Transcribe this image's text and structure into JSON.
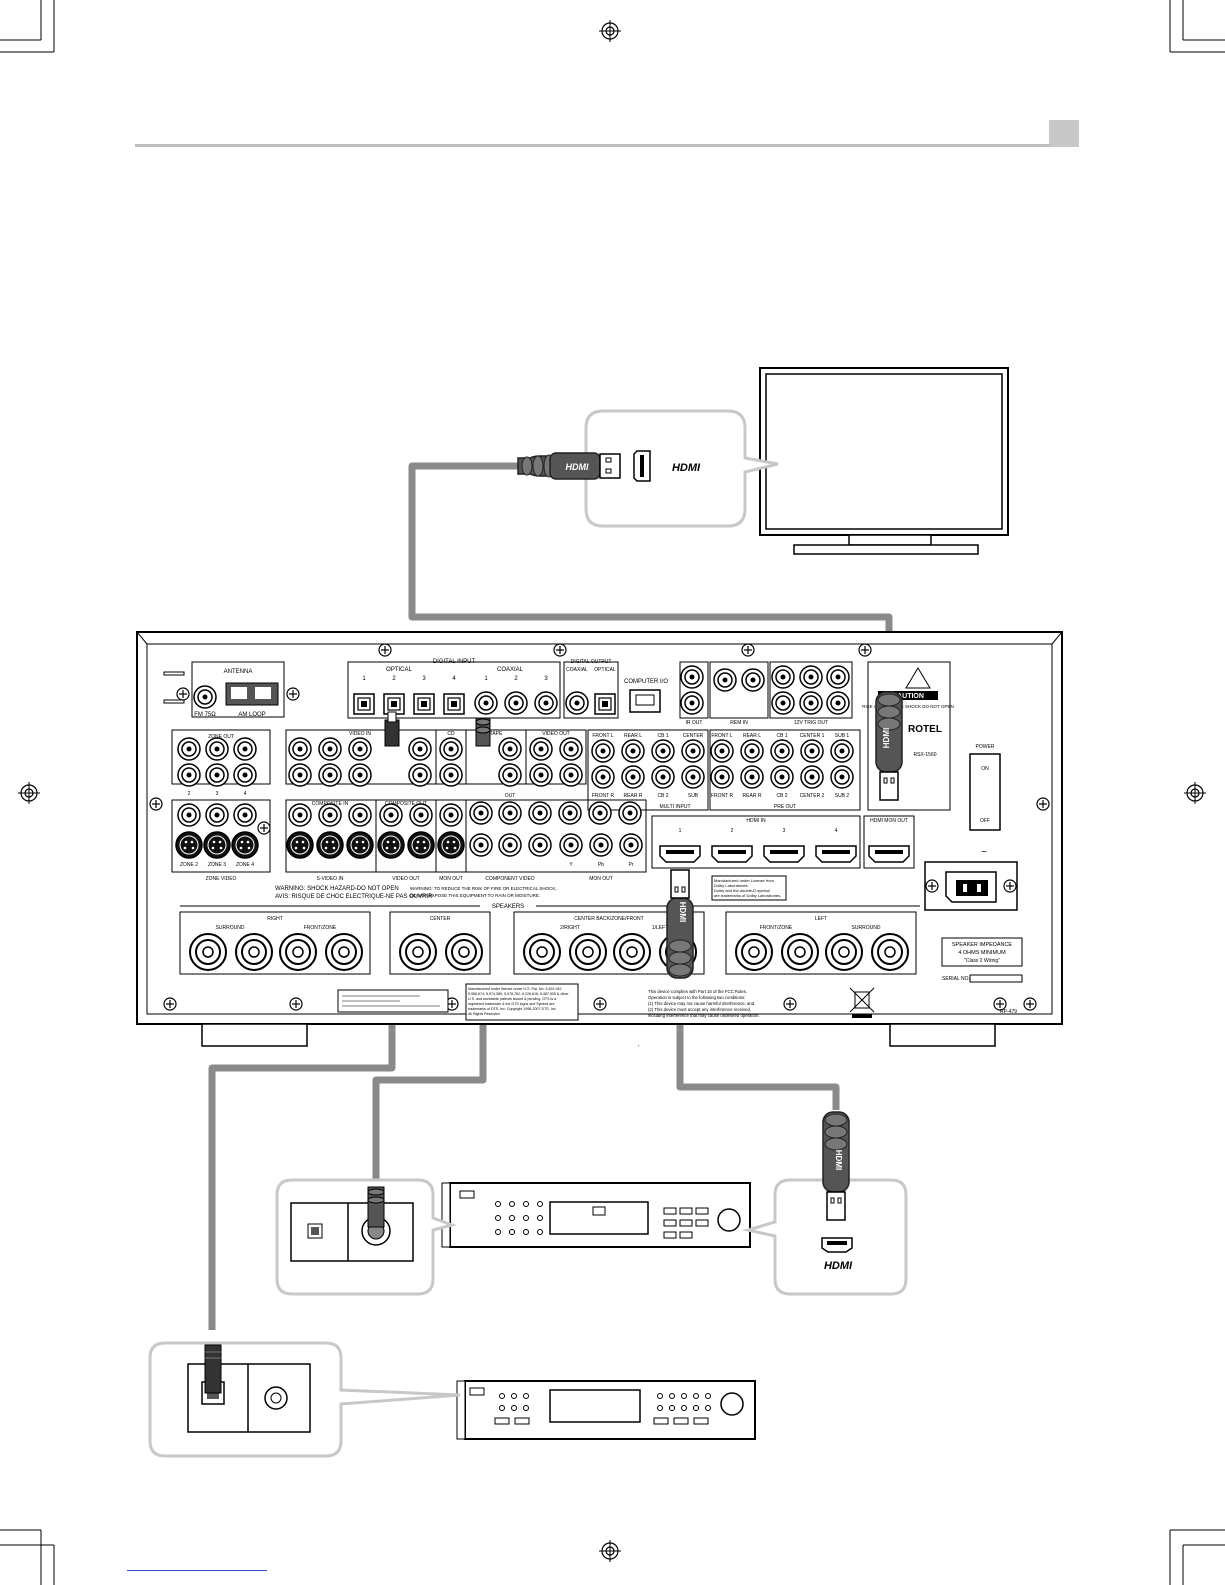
{
  "hdmi_logo": "HDMI",
  "receiver": {
    "antenna": {
      "title": "ANTENNA",
      "fm": "FM 75Ω",
      "am": "AM LOOP"
    },
    "digital_input": {
      "title": "DIGITAL INPUT",
      "optical": "OPTICAL",
      "coaxial": "COAXIAL",
      "optical_numbers": [
        "1",
        "2",
        "3",
        "4"
      ],
      "coaxial_numbers": [
        "1",
        "2",
        "3"
      ]
    },
    "digital_output": {
      "title": "DIGITAL OUTPUT",
      "coaxial": "COAXIAL",
      "optical": "OPTICAL"
    },
    "computer_io": "COMPUTER I/O",
    "ir_out": "IR OUT",
    "rem_in": "REM IN",
    "trig_out": "12V TRIG OUT",
    "zone_out": {
      "title": "ZONE OUT",
      "numbers": [
        "2",
        "3",
        "4"
      ]
    },
    "video_in": "VIDEO IN",
    "cd": "CD",
    "tape": "TAPE",
    "tape_out": "OUT",
    "video_out": "VIDEO OUT",
    "multi_input": {
      "title": "MULTI INPUT",
      "top": [
        "FRONT L",
        "REAR L",
        "CB 1",
        "CENTER"
      ],
      "bottom": [
        "FRONT R",
        "REAR R",
        "CB 2",
        "SUB"
      ]
    },
    "pre_out": {
      "title": "PRE OUT",
      "top": [
        "FRONT L",
        "REAR L",
        "CB 1",
        "CENTER 1",
        "SUB 1"
      ],
      "bottom": [
        "FRONT R",
        "REAR R",
        "CB 2",
        "CENTER 2",
        "SUB 2"
      ]
    },
    "composite_in": "COMPOSITE IN",
    "composite_out": "COMPOSITE OUT",
    "s_video_in": "S-VIDEO IN",
    "video_out_label": "VIDEO OUT",
    "mon_out": "MON OUT",
    "component_video": "COMPONENT VIDEO",
    "component_labels": [
      "Y",
      "Pb",
      "Pr"
    ],
    "zone_video": {
      "title": "ZONE VIDEO",
      "labels": [
        "ZONE 2",
        "ZONE 3",
        "ZONE 4"
      ]
    },
    "hdmi_in": {
      "title": "HDMI IN",
      "numbers": [
        "1",
        "2",
        "3",
        "4"
      ]
    },
    "hdmi_mon_out": "HDMI MON OUT",
    "caution": "CAUTION",
    "caution_text": "RISK OF ELECTRIC SHOCK DO NOT OPEN",
    "brand": "ROTEL",
    "model": "RSX-1560",
    "power": {
      "title": "POWER",
      "on": "ON",
      "off": "OFF"
    },
    "warning": [
      "WARNING: SHOCK HAZARD-DO NOT OPEN",
      "AVIS: RISQUE DE CHOC ELECTRIQUE-NE PAS OUVRIR"
    ],
    "warning2": [
      "WARNING: TO REDUCE THE RISK OF FIRE OR ELECTRICAL SHOCK,",
      "DO NOT EXPOSE THIS EQUIPMENT TO RAIN OR MOISTURE."
    ],
    "dolby_note": [
      "Manufactured under License from",
      "Dolby Laboratories.",
      "Dolby and the double-D symbol",
      "are trademarks of Dolby Laboratories."
    ],
    "speakers": {
      "title": "SPEAKERS",
      "right": "RIGHT",
      "center": "CENTER",
      "center_back": "CENTER BACK/ZONE/FRONT",
      "left": "LEFT",
      "surround": "SURROUND",
      "front_zone": "FRONT/ZONE",
      "two_right": "2/RIGHT",
      "one_left": "1/LEFT"
    },
    "speaker_impedance": [
      "SPEAKER IMPEDANCE",
      "4 OHMS MINIMUM",
      "\"Class 2 Wiring\""
    ],
    "serial_no": "SERIAL NO.",
    "fcc_note": [
      "This device complies with Part 15 of the FCC Rules.",
      "Operation is subject to the following two conditions:",
      "(1) This device may not cause harmful interference, and",
      "(2) This device must accept any interference received,",
      "including interference that may cause undesired operation."
    ],
    "dts_note": [
      "Manufactured under license under U.S. Pat. No. 5,451,942",
      "5,956,674; 5,974,380; 5,978,762; 6,226,616; 6,487,535 & other",
      "U.S. and worldwide patents issued & pending. DTS is a",
      "registered trademark & the DTS logos and Symbol are",
      "trademarks of DTS, Inc. Copyright 1996-2007 DTS, Inc.",
      "All Rights Reserved."
    ],
    "part_no": "RP-479"
  }
}
